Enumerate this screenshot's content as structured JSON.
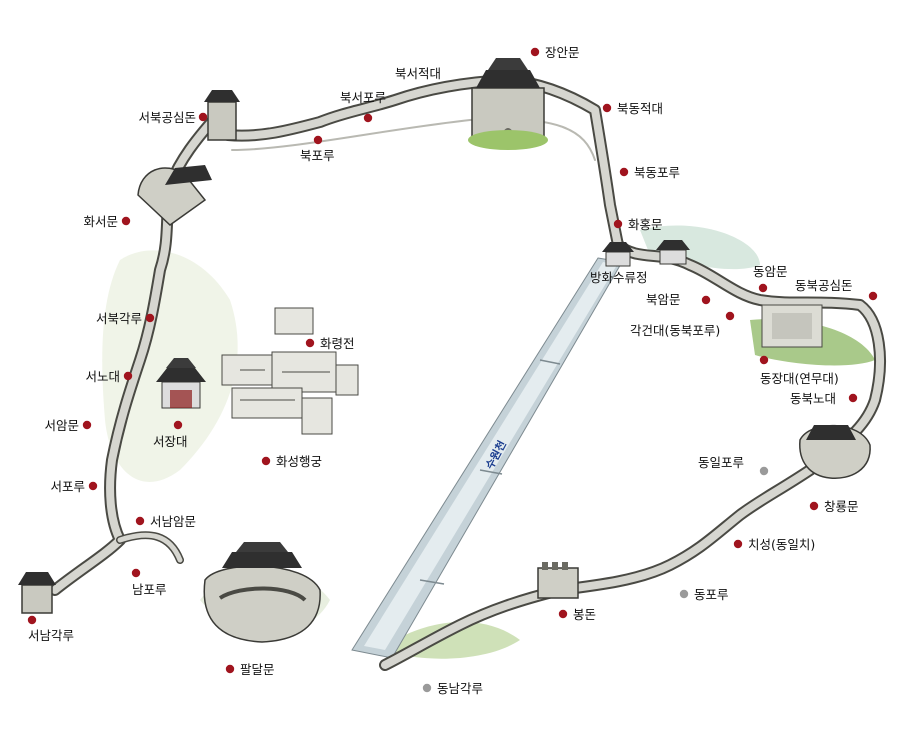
{
  "map": {
    "colors": {
      "landmark_dot": "#a0141e",
      "secondary_dot": "#9a9a9a",
      "wall_fill": "#d6d6d0",
      "wall_stroke": "#4a4a44",
      "roof": "#2f2f2f",
      "grass": "#9cc46a",
      "stream": "#8fb4c8",
      "ground": "#f2f2ee"
    },
    "stream_label": "수원천",
    "landmarks": [
      {
        "id": "janganmun",
        "label": "장안문",
        "dot": "red"
      },
      {
        "id": "bukseojeokdae",
        "label": "북서적대",
        "dot": "none"
      },
      {
        "id": "bukdongjeokdae",
        "label": "북동적대",
        "dot": "red"
      },
      {
        "id": "bukseoporu",
        "label": "북서포루",
        "dot": "red"
      },
      {
        "id": "bukseogongsimdon",
        "label": "서북공심돈",
        "dot": "red"
      },
      {
        "id": "bukporu",
        "label": "북포루",
        "dot": "red"
      },
      {
        "id": "bukdongporu",
        "label": "북동포루",
        "dot": "red"
      },
      {
        "id": "hwaseomun",
        "label": "화서문",
        "dot": "red"
      },
      {
        "id": "hwahongmun",
        "label": "화홍문",
        "dot": "red"
      },
      {
        "id": "banghwasuryujeong",
        "label": "방화수류정",
        "dot": "red"
      },
      {
        "id": "dongammun",
        "label": "동암문",
        "dot": "red"
      },
      {
        "id": "dongbukgongsimdon",
        "label": "동북공심돈",
        "dot": "red"
      },
      {
        "id": "bugammun",
        "label": "북암문",
        "dot": "red"
      },
      {
        "id": "seobukgakru",
        "label": "서북각루",
        "dot": "red"
      },
      {
        "id": "gakgeondae",
        "label": "각건대(동북포루)",
        "dot": "red"
      },
      {
        "id": "hwaryeongjeon",
        "label": "화령전",
        "dot": "red"
      },
      {
        "id": "seonodae",
        "label": "서노대",
        "dot": "red"
      },
      {
        "id": "dongjangdae",
        "label": "동장대(연무대)",
        "dot": "red"
      },
      {
        "id": "dongbuknodae",
        "label": "동북노대",
        "dot": "red"
      },
      {
        "id": "seoammun",
        "label": "서암문",
        "dot": "red"
      },
      {
        "id": "seojangdae",
        "label": "서장대",
        "dot": "red"
      },
      {
        "id": "hwaseonghaenggung",
        "label": "화성행궁",
        "dot": "red"
      },
      {
        "id": "dongilporu",
        "label": "동일포루",
        "dot": "grey"
      },
      {
        "id": "seoporu",
        "label": "서포루",
        "dot": "red"
      },
      {
        "id": "changnyongmun",
        "label": "창룡문",
        "dot": "red"
      },
      {
        "id": "seonamammun",
        "label": "서남암문",
        "dot": "red"
      },
      {
        "id": "chiseong",
        "label": "치성(동일치)",
        "dot": "red"
      },
      {
        "id": "namporu",
        "label": "남포루",
        "dot": "red"
      },
      {
        "id": "dongporu",
        "label": "동포루",
        "dot": "grey"
      },
      {
        "id": "bongdon",
        "label": "봉돈",
        "dot": "red"
      },
      {
        "id": "seonamgakru",
        "label": "서남각루",
        "dot": "red"
      },
      {
        "id": "paldalmun",
        "label": "팔달문",
        "dot": "red"
      },
      {
        "id": "dongnamgakru",
        "label": "동남각루",
        "dot": "grey"
      }
    ]
  }
}
